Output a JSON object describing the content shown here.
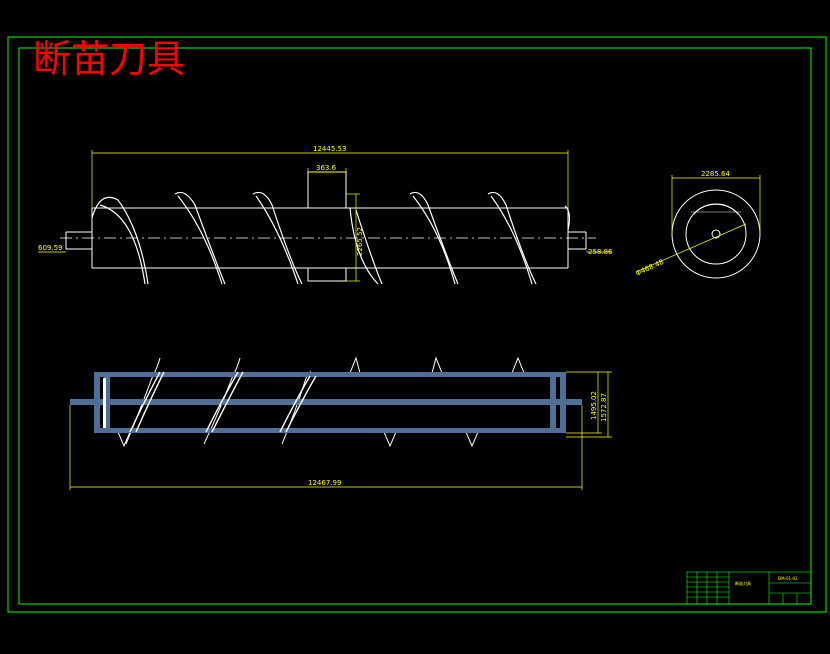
{
  "drawing": {
    "title": "断苗刀具",
    "colors": {
      "background": "#000000",
      "frame": "#00ff00",
      "outline": "#ffffff",
      "dimension": "#ffff00",
      "title": "#ff0000",
      "section": "#4f6f96"
    },
    "front_view": {
      "total_length": "12445.53",
      "hub_width": "363.6",
      "hub_diameter": "2265.52",
      "left_shaft": "609.59",
      "right_shaft": "258.86"
    },
    "end_view": {
      "outer_diameter": "2285.64",
      "inner_diameter": "Φ468.48"
    },
    "section_view": {
      "total_length": "12467.99",
      "inner_height": "1495.02",
      "outer_height": "1572.87"
    },
    "title_block": {
      "part_name": "断苗刀具",
      "drawing_no": "DM-01-01"
    }
  }
}
